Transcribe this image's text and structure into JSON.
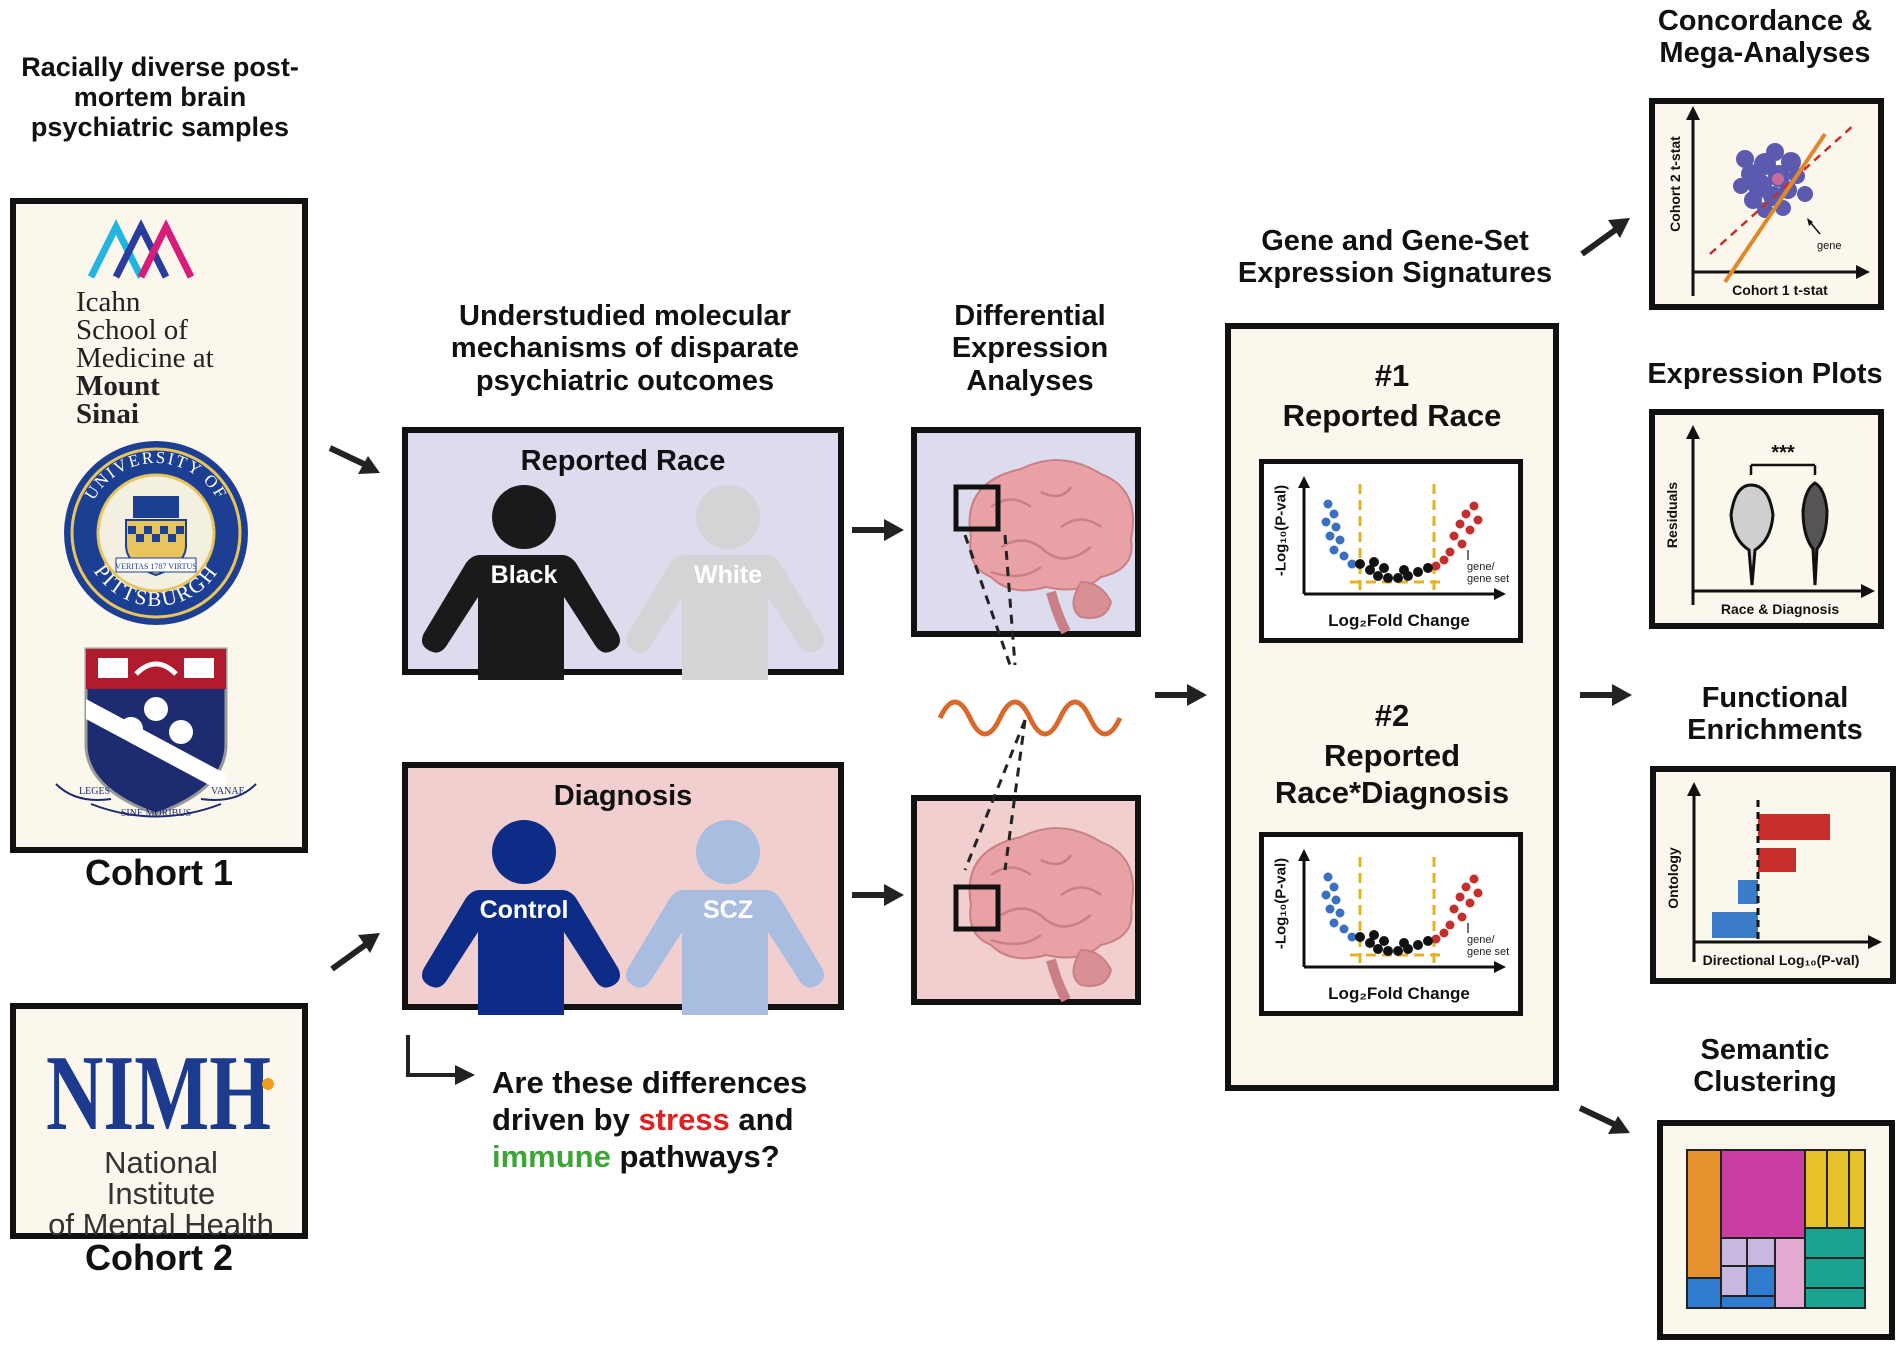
{
  "cohorts": {
    "heading": "Racially diverse post-mortem brain psychiatric samples",
    "cohort1_label": "Cohort 1",
    "cohort2_label": "Cohort 2",
    "icahn_lines": [
      "Icahn",
      "School of",
      "Medicine at",
      "Mount",
      "Sinai"
    ],
    "pitt_ring_top": "UNIVERSITY OF",
    "pitt_ring_bottom": "PITTSBURGH",
    "pitt_ribbon": "VERITAS 1787 VIRTUS",
    "penn_motto": [
      "LEGES",
      "SINE MORIBUS",
      "VANAE"
    ],
    "nimh_logo": "NIMH",
    "nimh_lines": [
      "National Institute",
      "of Mental Health"
    ]
  },
  "mechanisms": {
    "heading": "Understudied molecular mechanisms of disparate psychiatric outcomes",
    "race_panel": {
      "title": "Reported Race",
      "figure1": "Black",
      "figure2": "White"
    },
    "diagnosis_panel": {
      "title": "Diagnosis",
      "figure1": "Control",
      "figure2": "SCZ"
    },
    "question": {
      "part1": "Are these differences driven by ",
      "stress": "stress",
      "part2": " and ",
      "immune": "immune",
      "part3": " pathways?"
    }
  },
  "de": {
    "heading": "Differential Expression Analyses"
  },
  "signatures": {
    "heading": "Gene and Gene-Set Expression Signatures",
    "sig1": {
      "number": "#1",
      "title": "Reported Race"
    },
    "sig2": {
      "number": "#2",
      "title": "Reported Race*Diagnosis"
    },
    "volcano": {
      "ylabel": "-Log₁₀(P-val)",
      "xlabel": "Log₂Fold Change",
      "annot1": "gene/",
      "annot2": "gene set"
    }
  },
  "outputs": {
    "concordance": {
      "heading": "Concordance & Mega-Analyses",
      "ylabel": "Cohort 2 t-stat",
      "xlabel": "Cohort 1 t-stat",
      "annot": "gene"
    },
    "expression": {
      "heading": "Expression Plots",
      "ylabel": "Residuals",
      "xlabel": "Race & Diagnosis",
      "sig": "***"
    },
    "functional": {
      "heading": "Functional Enrichments",
      "ylabel": "Ontology",
      "xlabel": "Directional Log₁₀(P-val)"
    },
    "semantic": {
      "heading": "Semantic Clustering"
    }
  },
  "colors": {
    "race_bg": "#dcdcee",
    "diagnosis_bg": "#f2cfcf",
    "cream": "#fbf7ec",
    "black_fig": "#1a1a1a",
    "white_fig": "#d4d4d6",
    "control_fig": "#0d2c87",
    "scz_fig": "#a9bde0",
    "stress": "#e02020",
    "immune": "#3aa635",
    "wave": "#d9682c",
    "threshold": "#e3b325",
    "up_points": "#c62e2e",
    "down_points": "#3b6fc2"
  }
}
